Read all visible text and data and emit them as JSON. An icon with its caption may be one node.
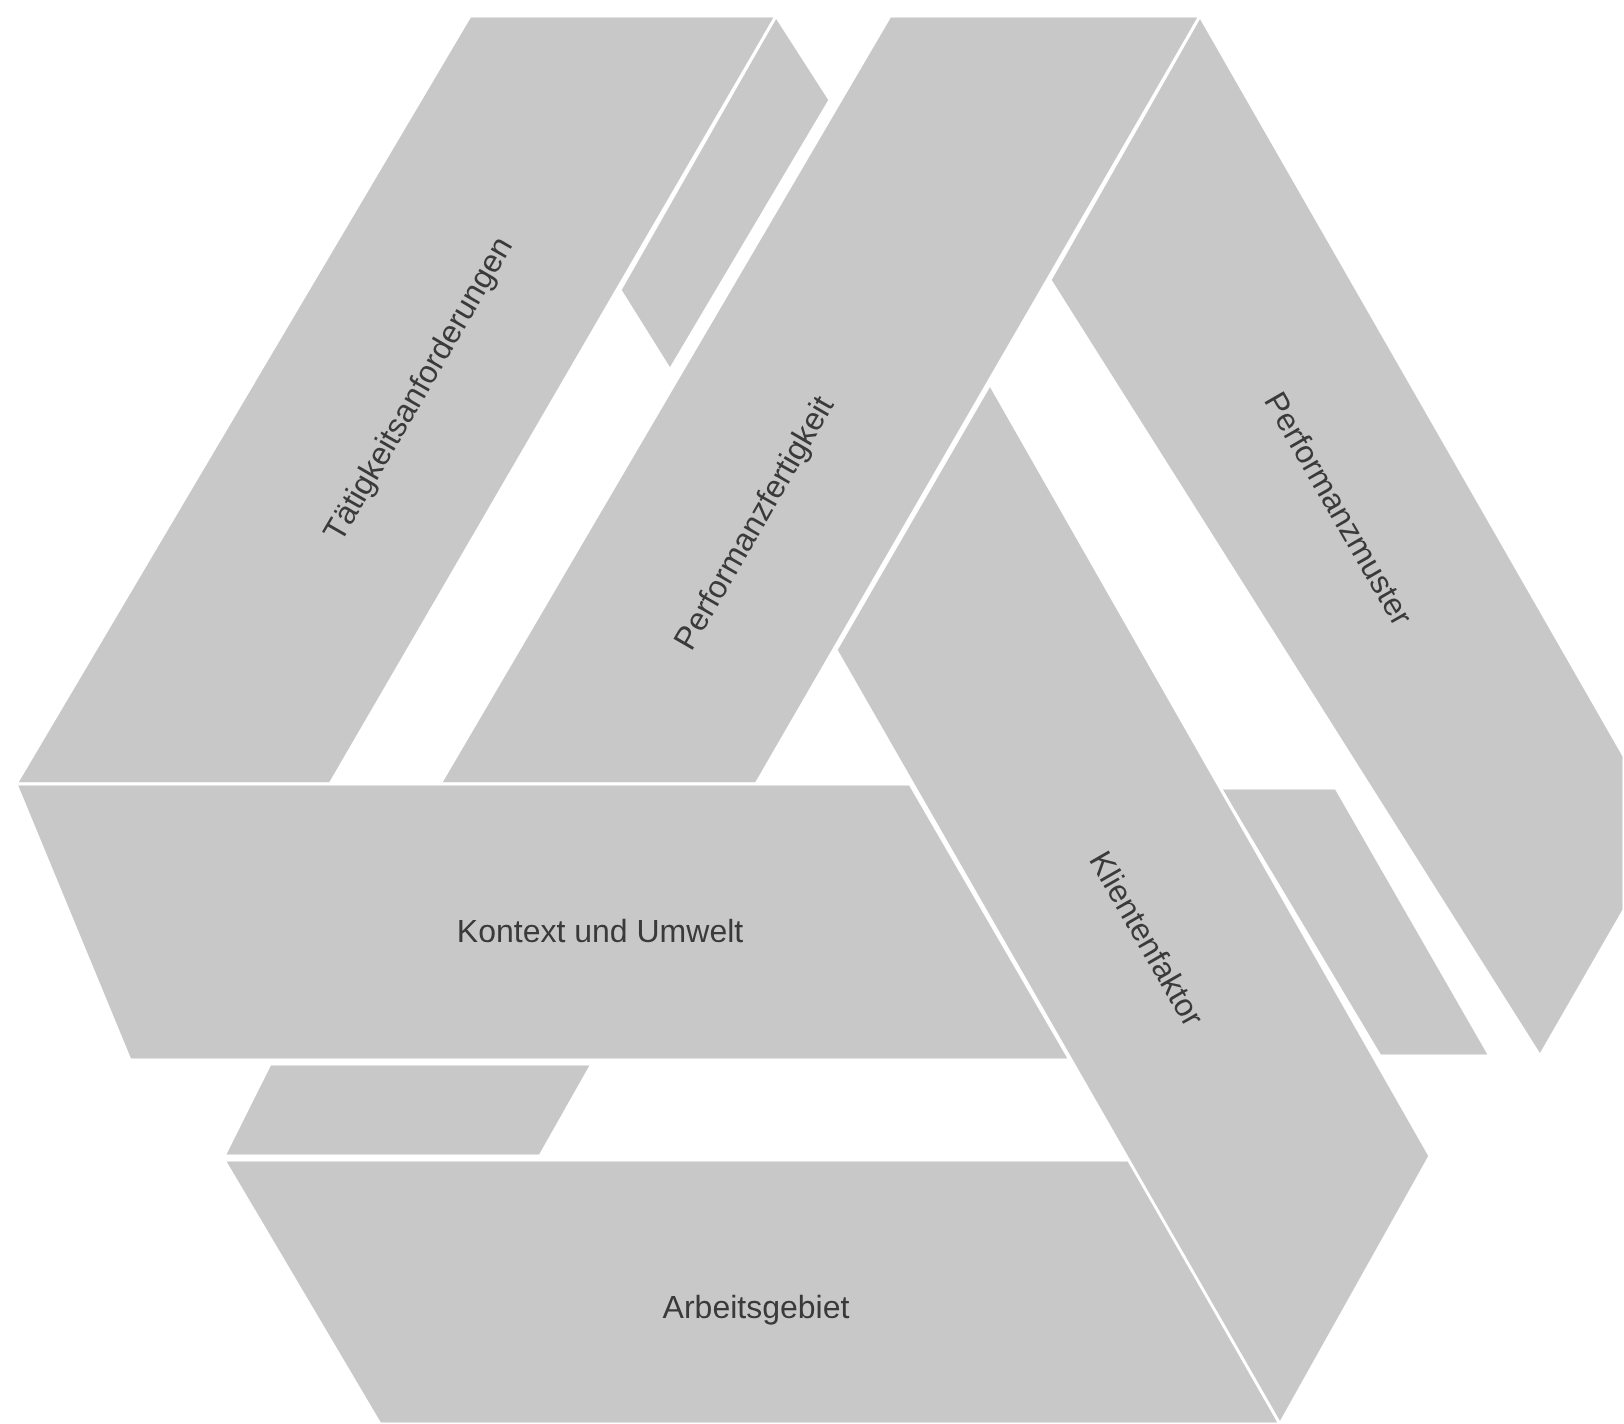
{
  "diagram": {
    "nodes": [
      {
        "text": [
          "Tätigkeitsanforderungen"
        ]
      },
      {
        "text": [
          "Performanzfertigkeit"
        ]
      },
      {
        "text": [
          "Performanzmuster"
        ]
      },
      {
        "text": [
          "Kontext und Umwelt"
        ]
      },
      {
        "text": [
          "Klientenfaktor"
        ]
      },
      {
        "text": [
          "Arbeitsgebiet"
        ]
      }
    ]
  }
}
